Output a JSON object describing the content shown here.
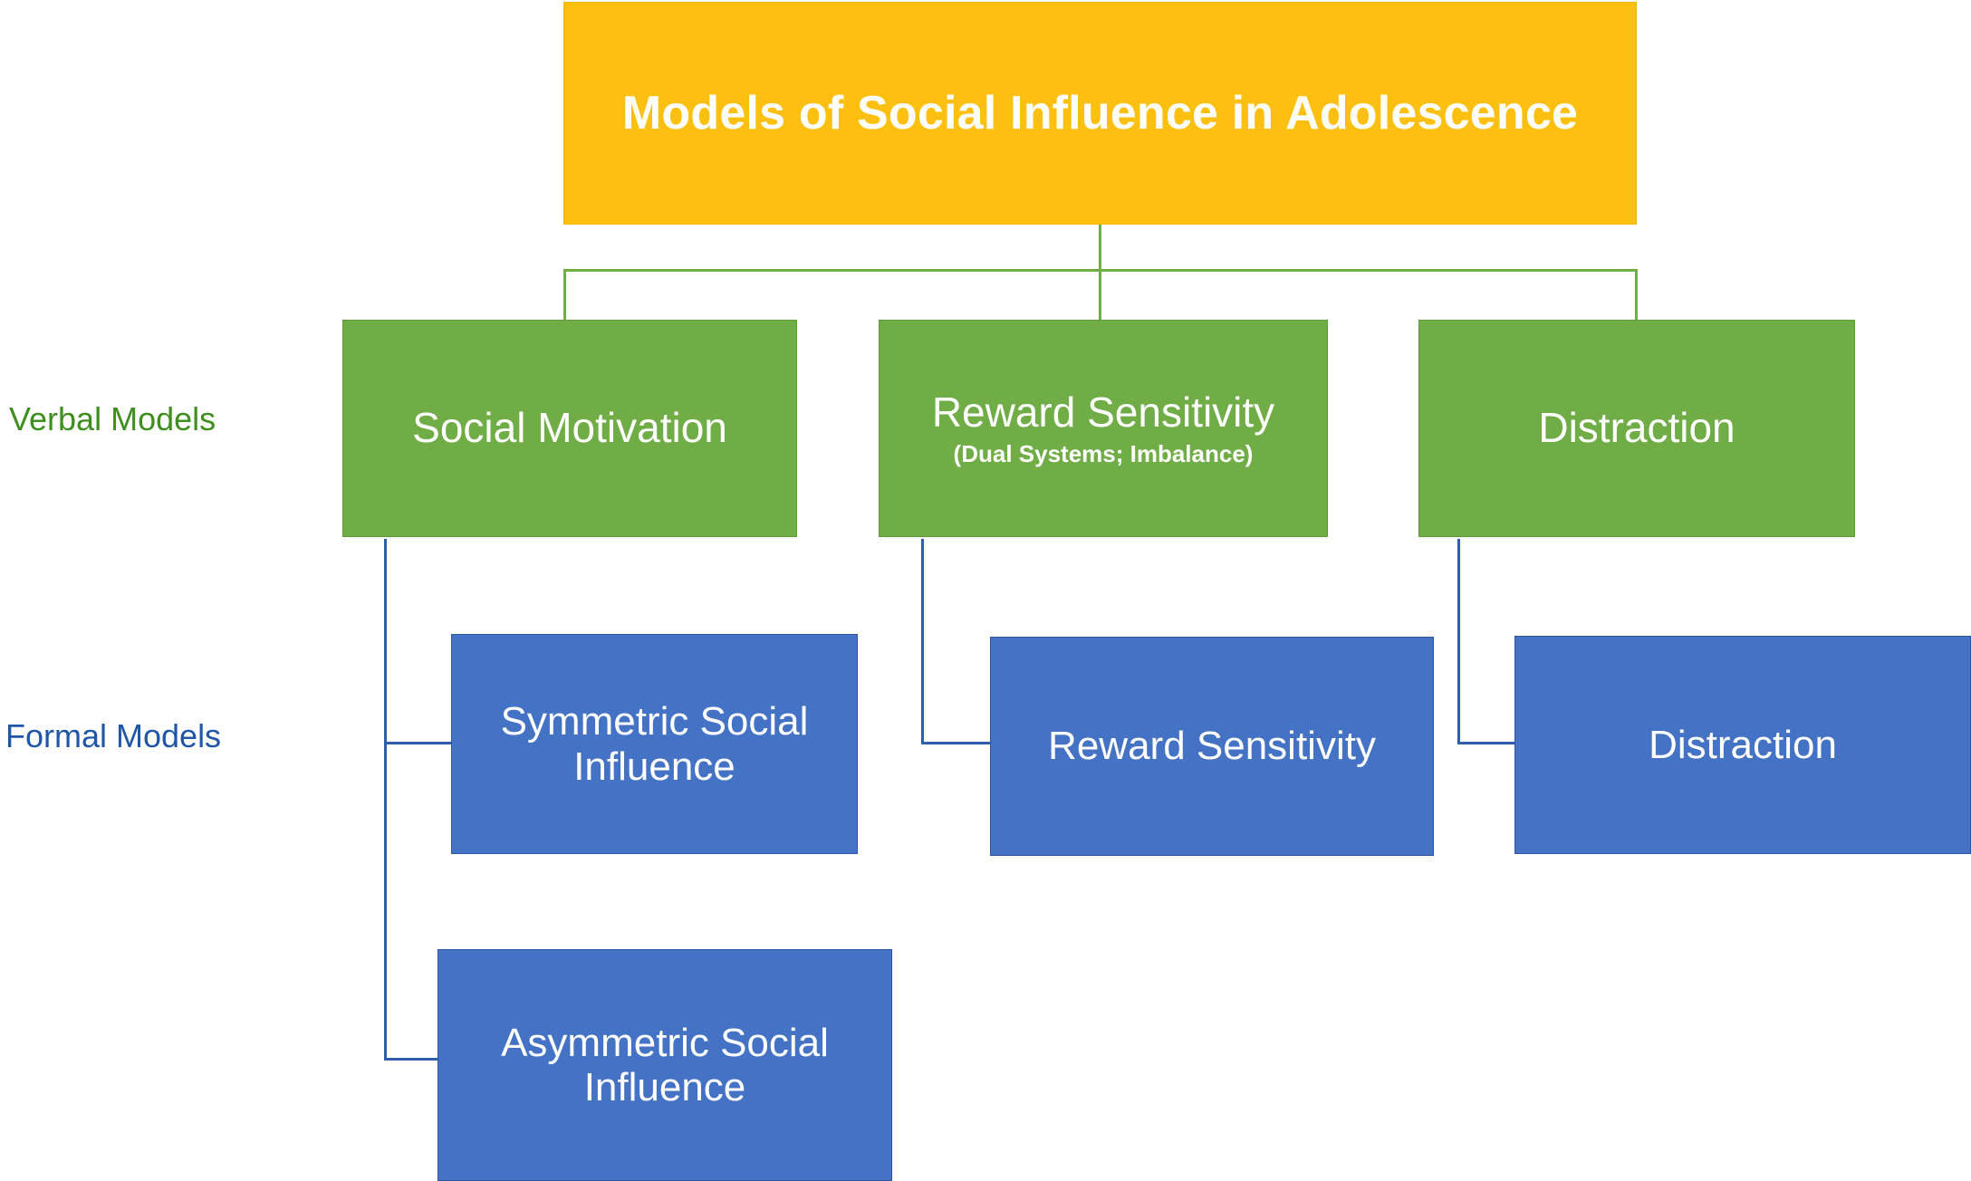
{
  "diagram": {
    "title": "Models of Social Influence in Adolescence",
    "colors": {
      "root": "#FDC010",
      "verbal": "#70AD47",
      "formal": "#4472C4",
      "verbal_label": "#3E8E20",
      "formal_label": "#1F56A8",
      "connector_green": "#70AD47",
      "connector_blue": "#2E5FAC",
      "background": "#FFFFFF",
      "box_text": "#FFFFFF"
    },
    "row_labels": {
      "verbal": "Verbal Models",
      "formal": "Formal Models"
    },
    "root": {
      "label": "Models of Social Influence in Adolescence"
    },
    "verbal_models": [
      {
        "label": "Social Motivation",
        "subtitle": ""
      },
      {
        "label": "Reward Sensitivity",
        "subtitle": "(Dual Systems; Imbalance)"
      },
      {
        "label": "Distraction",
        "subtitle": ""
      }
    ],
    "formal_models": [
      {
        "label": "Symmetric Social\nInfluence"
      },
      {
        "label": "Reward Sensitivity"
      },
      {
        "label": "Distraction"
      },
      {
        "label": "Asymmetric Social\nInfluence"
      }
    ]
  }
}
